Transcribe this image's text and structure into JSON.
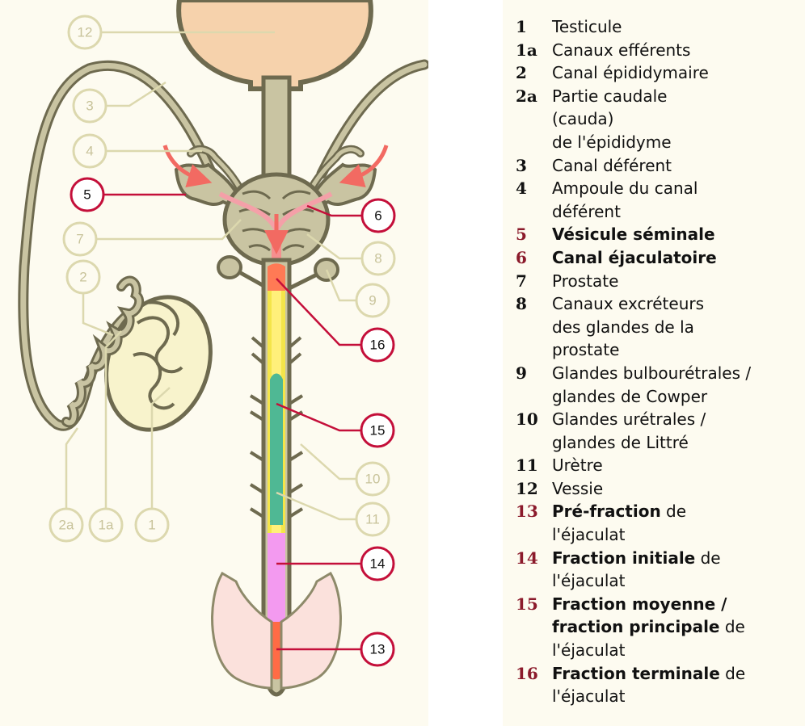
{
  "diagram": {
    "callouts": [
      {
        "id": "12",
        "style": "pale"
      },
      {
        "id": "3",
        "style": "pale"
      },
      {
        "id": "4",
        "style": "pale"
      },
      {
        "id": "5",
        "style": "red"
      },
      {
        "id": "6",
        "style": "red"
      },
      {
        "id": "7",
        "style": "pale"
      },
      {
        "id": "8",
        "style": "pale"
      },
      {
        "id": "9",
        "style": "pale"
      },
      {
        "id": "2",
        "style": "pale"
      },
      {
        "id": "16",
        "style": "red"
      },
      {
        "id": "15",
        "style": "red"
      },
      {
        "id": "10",
        "style": "pale"
      },
      {
        "id": "11",
        "style": "pale"
      },
      {
        "id": "14",
        "style": "red"
      },
      {
        "id": "13",
        "style": "red"
      },
      {
        "id": "2a",
        "style": "pale"
      },
      {
        "id": "1a",
        "style": "pale"
      },
      {
        "id": "1",
        "style": "pale"
      }
    ],
    "colors": {
      "background": "#fdfbf0",
      "organ_fill": "#c9c4a2",
      "organ_stroke": "#6e6a4f",
      "bladder": "#f6d2ac",
      "pale_leader": "#dcd8ae",
      "red_leader": "#c40f3a",
      "arrow": "#f26a62",
      "yellow": "#f4e54a",
      "teal": "#4fb894",
      "pink": "#f39af0",
      "orange": "#ff6b45",
      "glans": "#fbe1dc"
    }
  },
  "legend": {
    "items": [
      {
        "num": "1",
        "text": "Testicule",
        "bold": "",
        "suffix": "",
        "emphasis": false
      },
      {
        "num": "1a",
        "text": "Canaux efférents",
        "bold": "",
        "suffix": "",
        "emphasis": false
      },
      {
        "num": "2",
        "text": "Canal épididymaire",
        "bold": "",
        "suffix": "",
        "emphasis": false
      },
      {
        "num": "2a",
        "text": "Partie caudale\n(cauda)\nde l'épididyme",
        "bold": "",
        "suffix": "",
        "emphasis": false
      },
      {
        "num": "3",
        "text": "Canal déférent",
        "bold": "",
        "suffix": "",
        "emphasis": false
      },
      {
        "num": "4",
        "text": "Ampoule du canal\ndéférent",
        "bold": "",
        "suffix": "",
        "emphasis": false
      },
      {
        "num": "5",
        "text": "",
        "bold": "Vésicule séminale",
        "suffix": "",
        "emphasis": true
      },
      {
        "num": "6",
        "text": "",
        "bold": "Canal éjaculatoire",
        "suffix": "",
        "emphasis": true
      },
      {
        "num": "7",
        "text": "Prostate",
        "bold": "",
        "suffix": "",
        "emphasis": false
      },
      {
        "num": "8",
        "text": "Canaux excréteurs\ndes glandes de la\nprostate",
        "bold": "",
        "suffix": "",
        "emphasis": false
      },
      {
        "num": "9",
        "text": "Glandes bulbourétrales /\nglandes de Cowper",
        "bold": "",
        "suffix": "",
        "emphasis": false
      },
      {
        "num": "10",
        "text": "Glandes urétrales /\nglandes de Littré",
        "bold": "",
        "suffix": "",
        "emphasis": false
      },
      {
        "num": "11",
        "text": "Urètre",
        "bold": "",
        "suffix": "",
        "emphasis": false
      },
      {
        "num": "12",
        "text": "Vessie",
        "bold": "",
        "suffix": "",
        "emphasis": false
      },
      {
        "num": "13",
        "text": "",
        "bold": "Pré-fraction",
        "suffix": " de\nl'éjaculat",
        "emphasis": true
      },
      {
        "num": "14",
        "text": "",
        "bold": "Fraction initiale",
        "suffix": " de\nl'éjaculat",
        "emphasis": true
      },
      {
        "num": "15",
        "text": "",
        "bold": "Fraction moyenne /\nfraction principale",
        "suffix": " de\nl'éjaculat",
        "emphasis": true
      },
      {
        "num": "16",
        "text": "",
        "bold": "Fraction terminale",
        "suffix": " de\nl'éjaculat",
        "emphasis": true
      }
    ]
  }
}
